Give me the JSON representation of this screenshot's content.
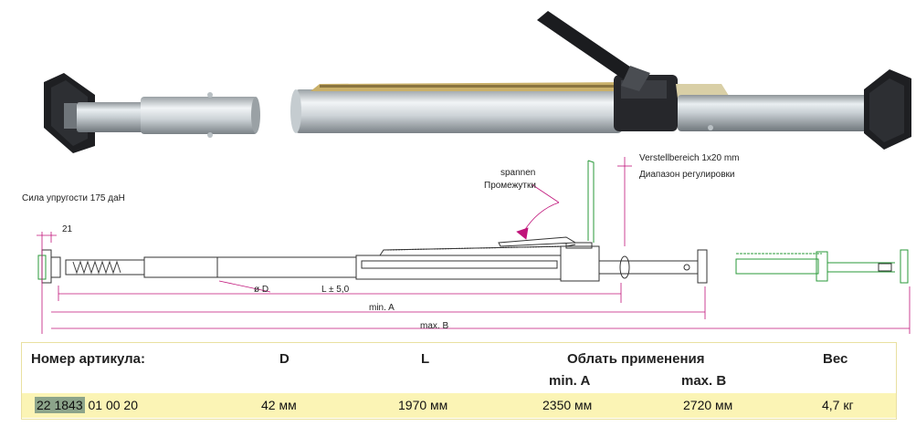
{
  "drawing": {
    "force_label": "Сила упругости 175 даН",
    "dim_21": "21",
    "spannen_label": "spannen",
    "spannen_ru": "Промежутки",
    "verstell_label": "Verstellbereich 1x20 mm",
    "verstell_ru": "Диапазон регулировки",
    "d_label": "ø D",
    "l_label": "L ± 5,0",
    "min_a_label": "min. A",
    "max_b_label": "max. B"
  },
  "table": {
    "headers": {
      "article": "Номер артикула:",
      "d": "D",
      "l": "L",
      "range": "Облать применения",
      "min_a": "min. A",
      "max_b": "max. B",
      "weight": "Вес"
    },
    "row": {
      "article_highlight": "22 1843",
      "article_rest": "01 00 20",
      "d": "42 мм",
      "l": "1970 мм",
      "min_a": "2350 мм",
      "max_b": "2720 мм",
      "weight": "4,7 кг"
    }
  },
  "colors": {
    "table_header_border": "#e9e0a0",
    "table_row_bg": "#fbf4b5",
    "article_highlight": "#8ca48a",
    "dimension_line": "#c0147a",
    "green_outline": "#2a9a3a"
  }
}
